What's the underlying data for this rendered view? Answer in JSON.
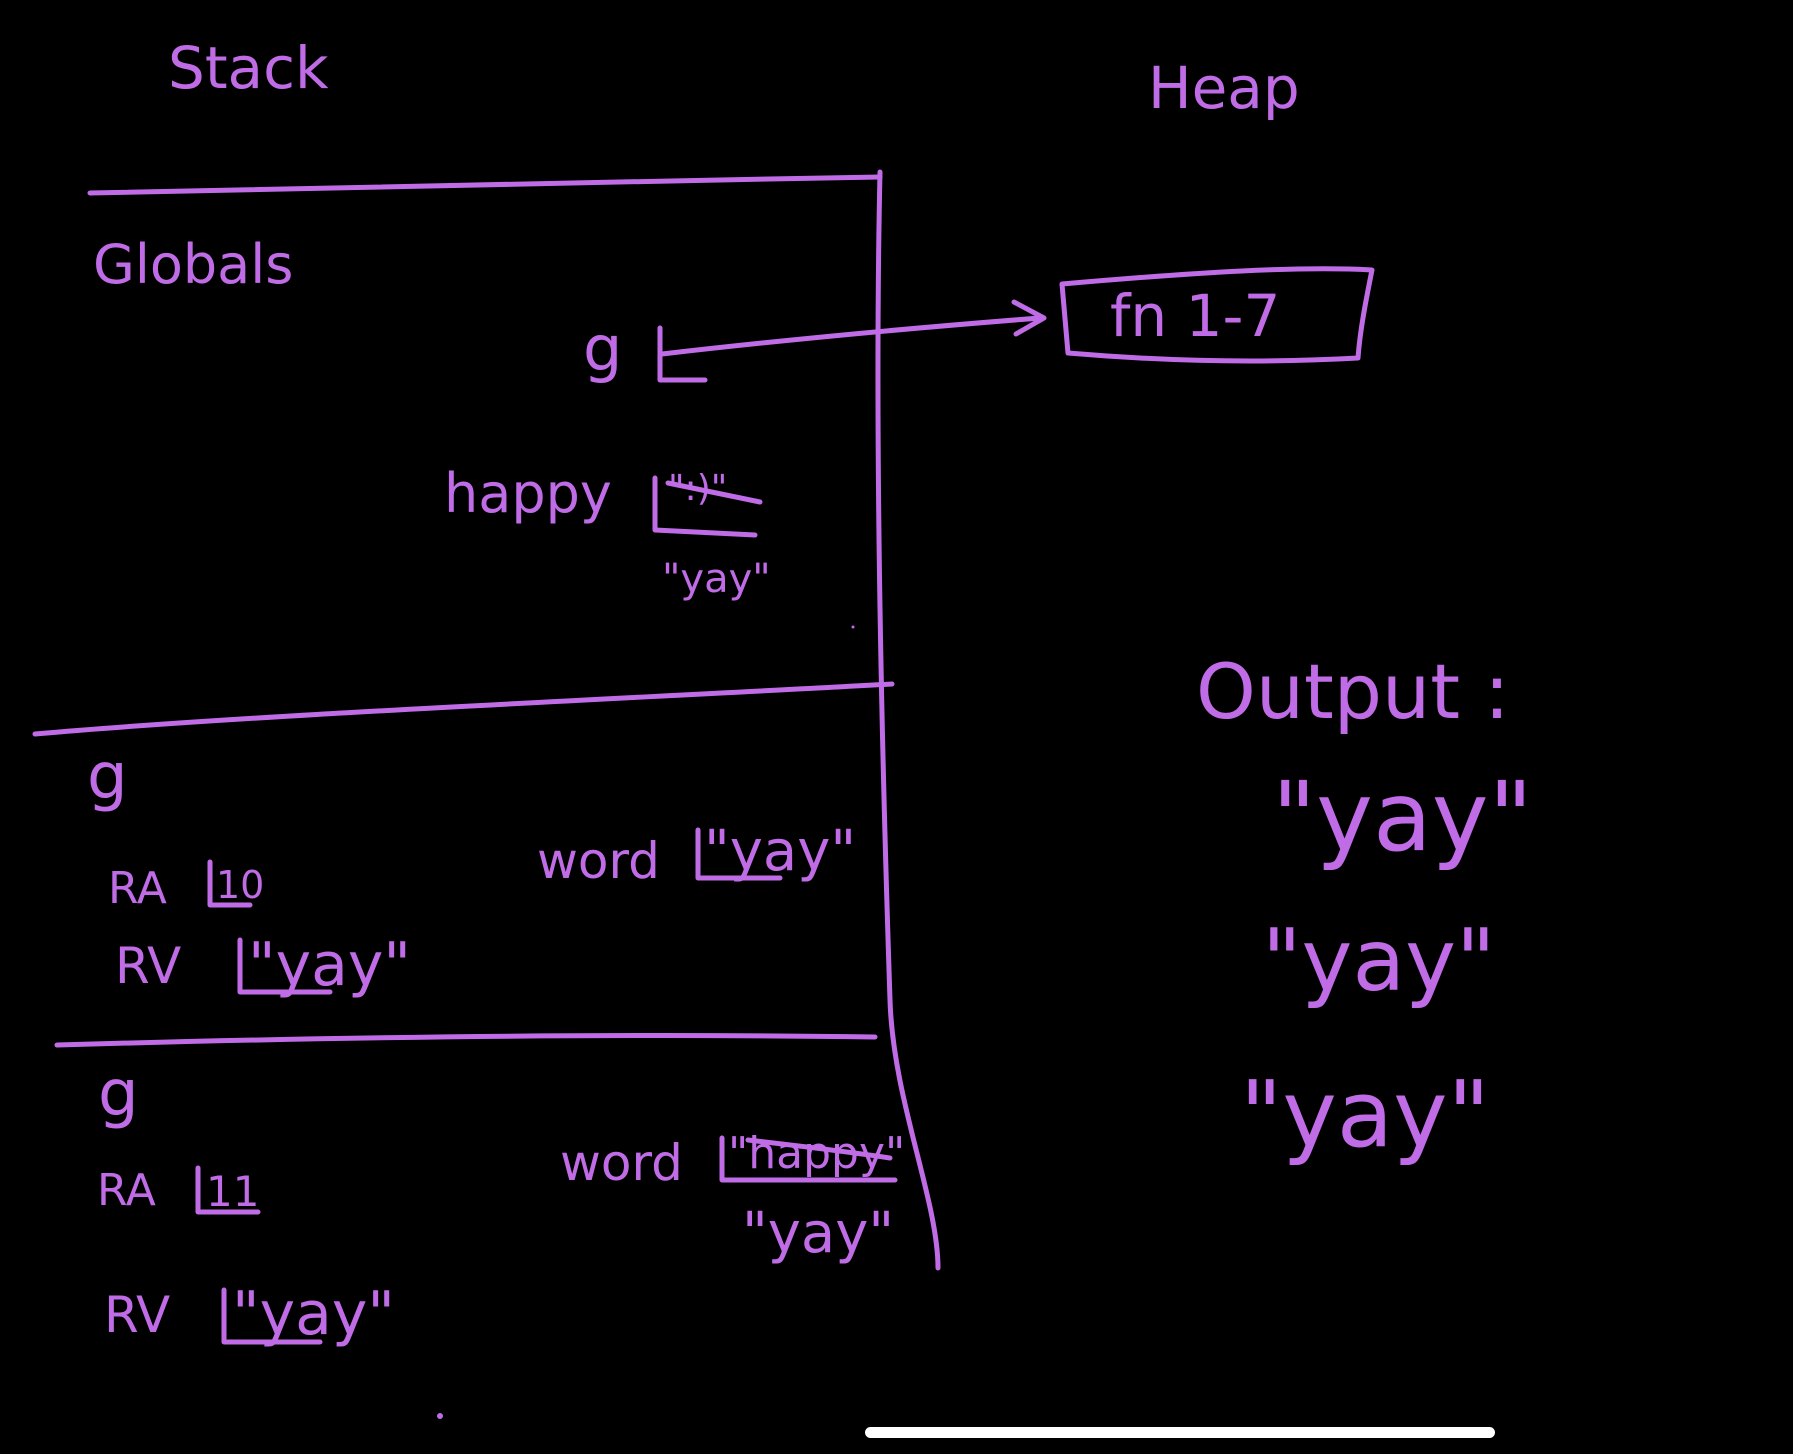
{
  "colors": {
    "background": "#000000",
    "ink": "#bf6ce6",
    "home_indicator": "#ffffff"
  },
  "headings": {
    "stack": "Stack",
    "heap": "Heap"
  },
  "frames": {
    "globals": {
      "title": "Globals",
      "g_var": "g",
      "happy_var": "happy",
      "happy_old_value": "\":)\"",
      "happy_new_value": "\"yay\""
    },
    "g_frame_1": {
      "title": "g",
      "ra_label": "RA",
      "ra_value": "10",
      "rv_label": "RV",
      "rv_value": "\"yay\"",
      "word_label": "word",
      "word_value": "\"yay\""
    },
    "g_frame_2": {
      "title": "g",
      "ra_label": "RA",
      "ra_value": "11",
      "rv_label": "RV",
      "rv_value": "\"yay\"",
      "word_label": "word",
      "word_old_value": "\"happy\"",
      "word_new_value": "\"yay\""
    }
  },
  "heap": {
    "function_object": "fn 1-7"
  },
  "output": {
    "title": "Output :",
    "lines": [
      "\"yay\"",
      "\"yay\"",
      "\"yay\""
    ]
  }
}
